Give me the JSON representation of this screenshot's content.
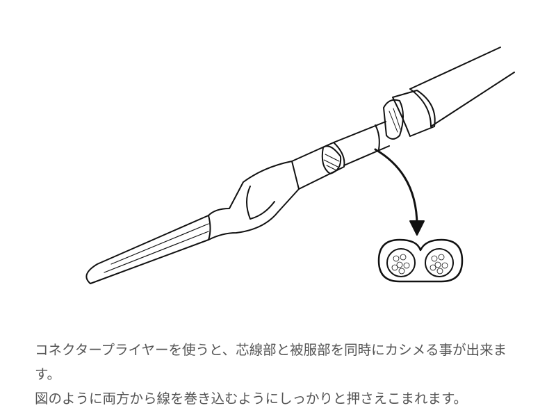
{
  "figure": {
    "description_icon": "connector-crimp-illustration"
  },
  "caption": {
    "paragraph1": "コネクタープライヤーを使うと、芯線部と被服部を同時にカシメる事が出来ます。",
    "paragraph2": "図のように両方から線を巻き込むようにしっかりと押さえこまれます。"
  }
}
